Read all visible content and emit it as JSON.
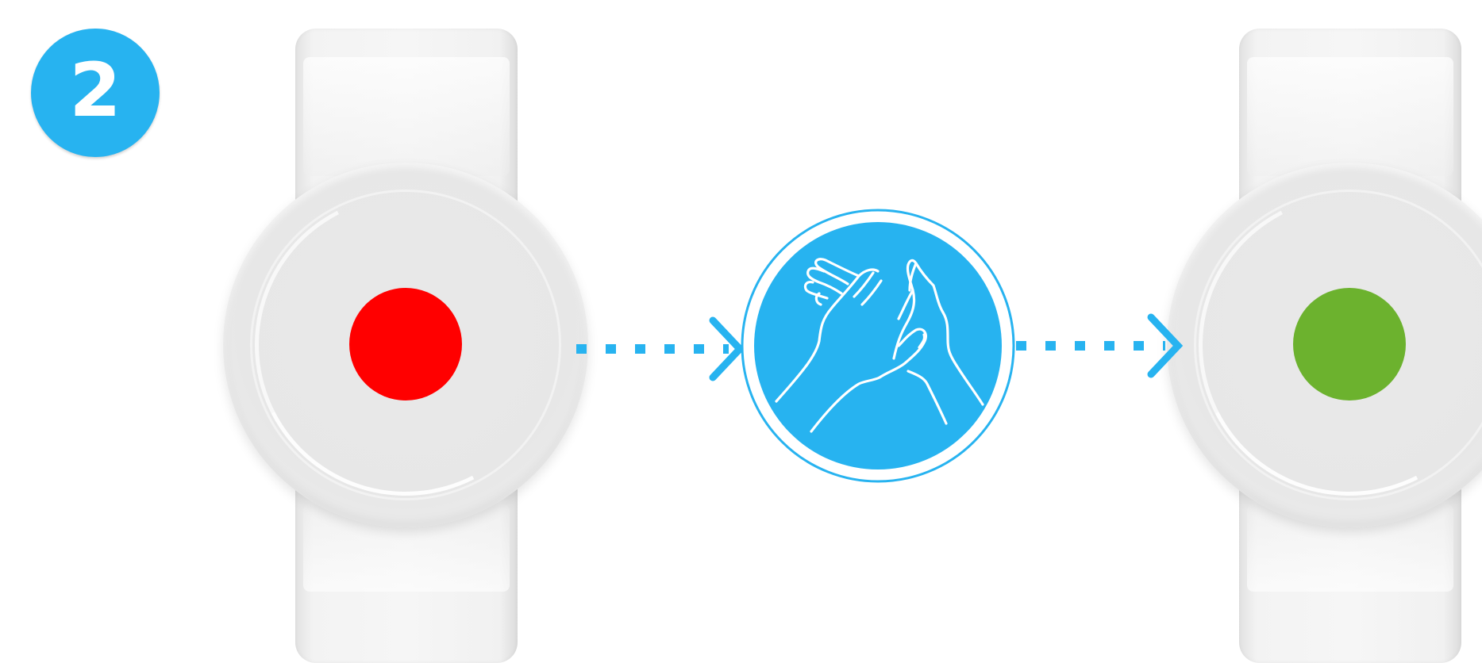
{
  "step": {
    "number": "2"
  },
  "colors": {
    "accent_blue": "#27b3f0",
    "status_before": "#ff0000",
    "status_after": "#6cb22e",
    "device_body": "#e7e7e7"
  },
  "diagram": {
    "device_before": {
      "icon": "wristband-device-icon",
      "status_indicator": "red-light"
    },
    "action": {
      "icon": "handwashing-icon"
    },
    "device_after": {
      "icon": "wristband-device-icon",
      "status_indicator": "green-light"
    },
    "connectors": [
      "dotted-arrow-right-icon",
      "dotted-arrow-right-icon"
    ]
  }
}
